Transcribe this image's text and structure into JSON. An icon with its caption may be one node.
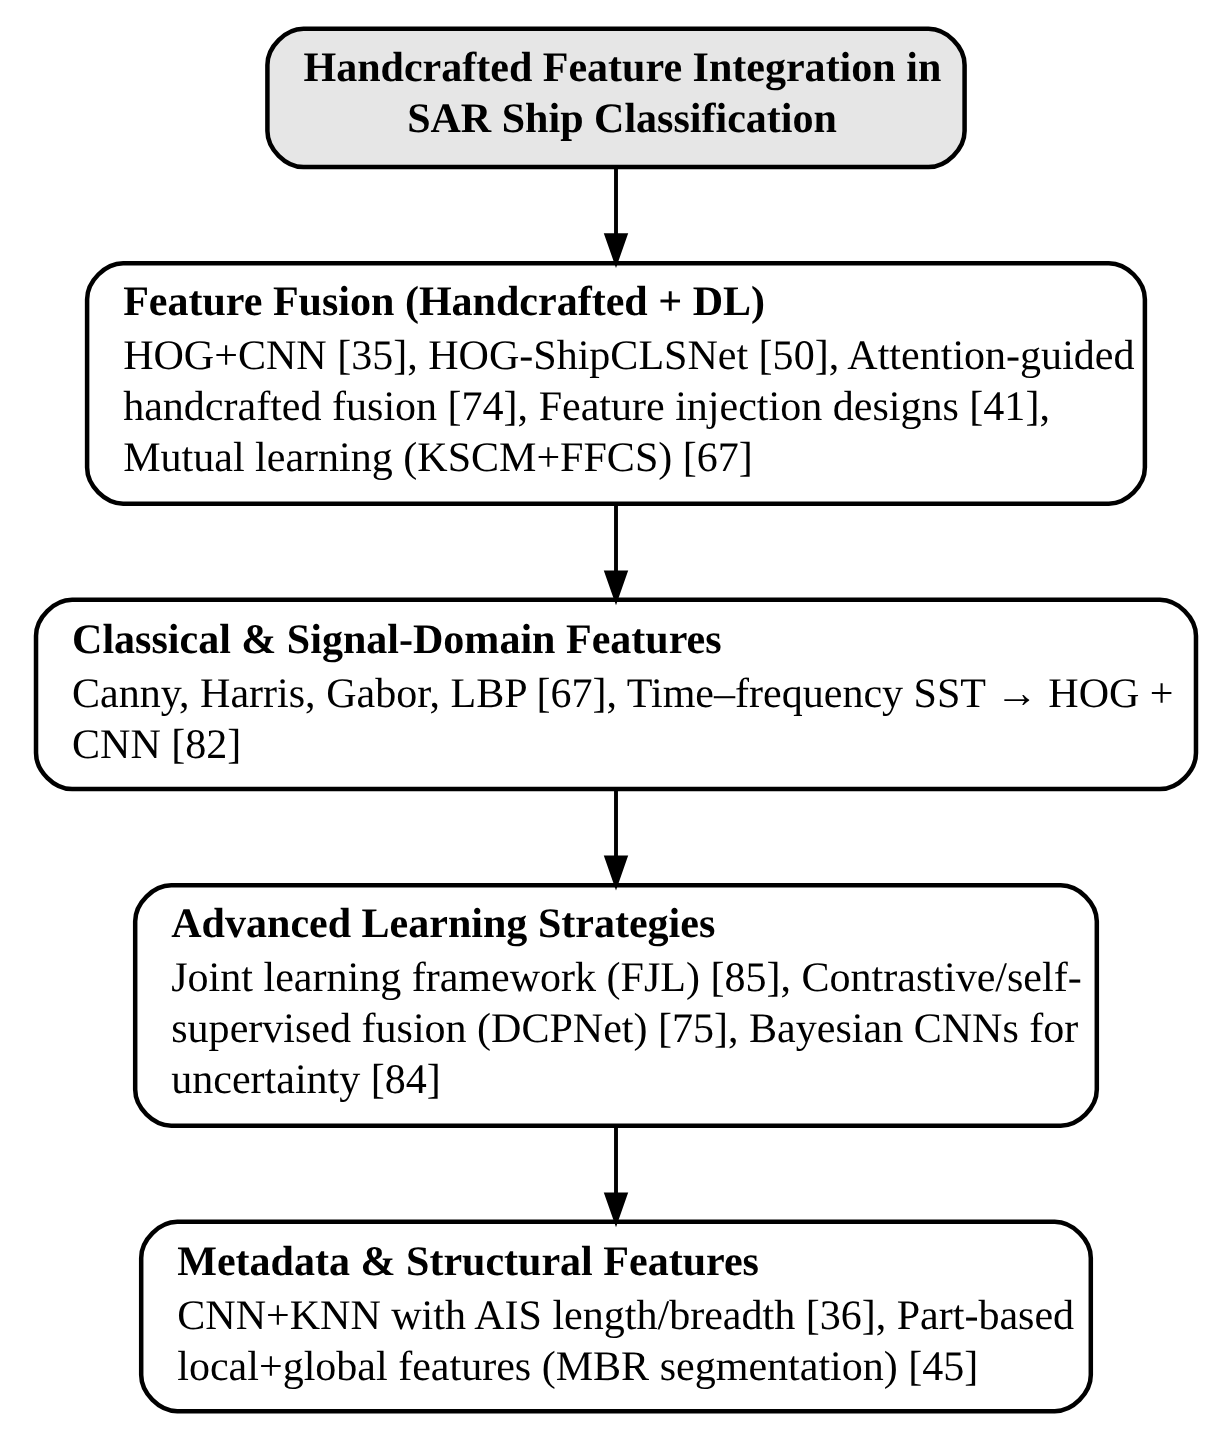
{
  "diagram": {
    "nodes": [
      {
        "text": [
          "Handcrafted Feature Integration in SAR Ship Classification"
        ]
      },
      {
        "text": [
          "Feature Fusion (Handcrafted + DL)",
          "HOG+CNN [35], HOG-ShipCLSNet [50], Attention-guided handcrafted fusion [74], Feature injection designs [41], Mutual learning (KSCM+FFCS) [67]"
        ]
      },
      {
        "text": [
          "Classical & Signal-Domain Features",
          "Canny, Harris, Gabor, LBP [67], Time–frequency SST → HOG + CNN [82]"
        ]
      },
      {
        "text": [
          "Advanced Learning Strategies",
          "Joint learning framework (FJL) [85], Contrastive/self-supervised fusion (DCPNet) [75], Bayesian CNNs for uncertainty [84]"
        ]
      },
      {
        "text": [
          "Metadata & Structural Features",
          "CNN+KNN with AIS length/breadth [36], Part-based local+global features (MBR segmentation) [45]"
        ]
      }
    ],
    "edges": [
      {
        "from": 0,
        "to": 1,
        "arrow": "to"
      },
      {
        "from": 1,
        "to": 2,
        "arrow": "to"
      },
      {
        "from": 2,
        "to": 3,
        "arrow": "to"
      },
      {
        "from": 3,
        "to": 4,
        "arrow": "to"
      }
    ]
  }
}
